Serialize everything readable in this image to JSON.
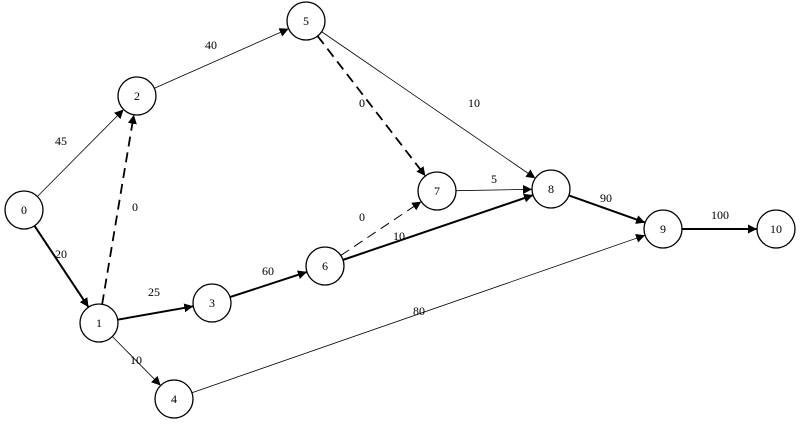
{
  "colors": {
    "stroke": "#000000",
    "node_fill": "#ffffff",
    "background": "#ffffff"
  },
  "nodes": [
    {
      "id": "0",
      "label": "0"
    },
    {
      "id": "1",
      "label": "1"
    },
    {
      "id": "2",
      "label": "2"
    },
    {
      "id": "3",
      "label": "3"
    },
    {
      "id": "4",
      "label": "4"
    },
    {
      "id": "5",
      "label": "5"
    },
    {
      "id": "6",
      "label": "6"
    },
    {
      "id": "7",
      "label": "7"
    },
    {
      "id": "8",
      "label": "8"
    },
    {
      "id": "9",
      "label": "9"
    },
    {
      "id": "10",
      "label": "10"
    }
  ],
  "edges": [
    {
      "from": "0",
      "to": "2",
      "label": "45",
      "style": "thin"
    },
    {
      "from": "0",
      "to": "1",
      "label": "20",
      "style": "bold"
    },
    {
      "from": "1",
      "to": "2",
      "label": "0",
      "style": "dashed"
    },
    {
      "from": "1",
      "to": "3",
      "label": "25",
      "style": "bold"
    },
    {
      "from": "1",
      "to": "4",
      "label": "10",
      "style": "thin"
    },
    {
      "from": "2",
      "to": "5",
      "label": "40",
      "style": "thin"
    },
    {
      "from": "5",
      "to": "7",
      "label": "0",
      "style": "dashed"
    },
    {
      "from": "5",
      "to": "8",
      "label": "10",
      "style": "thin"
    },
    {
      "from": "3",
      "to": "6",
      "label": "60",
      "style": "bold"
    },
    {
      "from": "6",
      "to": "7",
      "label": "0",
      "style": "dashed-thin"
    },
    {
      "from": "6",
      "to": "8",
      "label": "10",
      "style": "bold"
    },
    {
      "from": "7",
      "to": "8",
      "label": "5",
      "style": "thin"
    },
    {
      "from": "8",
      "to": "9",
      "label": "90",
      "style": "bold"
    },
    {
      "from": "4",
      "to": "9",
      "label": "80",
      "style": "thin"
    },
    {
      "from": "9",
      "to": "10",
      "label": "100",
      "style": "bold"
    }
  ]
}
